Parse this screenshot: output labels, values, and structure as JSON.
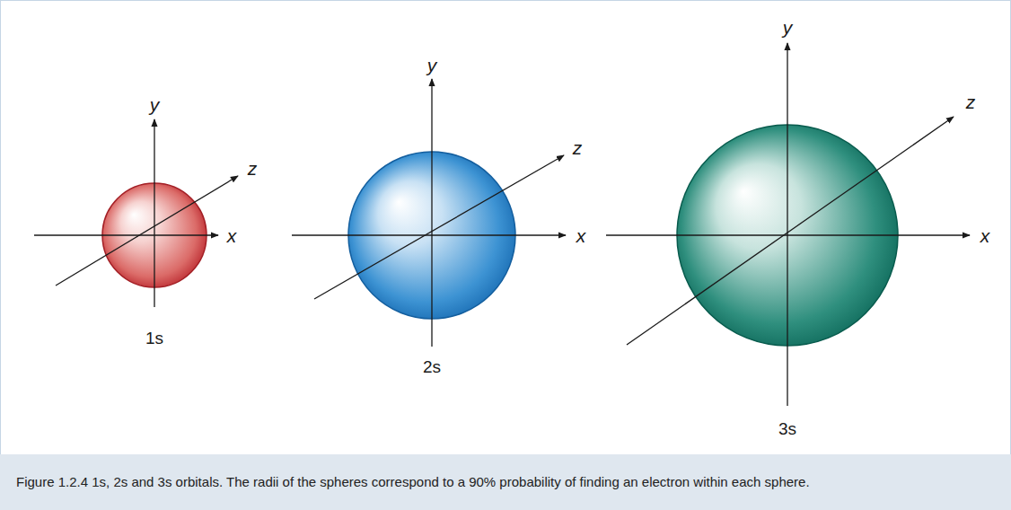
{
  "diagram": {
    "caption": "Figure 1.2.4 1s, 2s and 3s orbitals. The radii of the spheres correspond to a 90% probability of finding an electron within each sphere.",
    "labels": [
      "y",
      "z",
      "x",
      "1s",
      "y",
      "z",
      "x",
      "2s",
      "y",
      "z",
      "x",
      "3s"
    ]
  }
}
